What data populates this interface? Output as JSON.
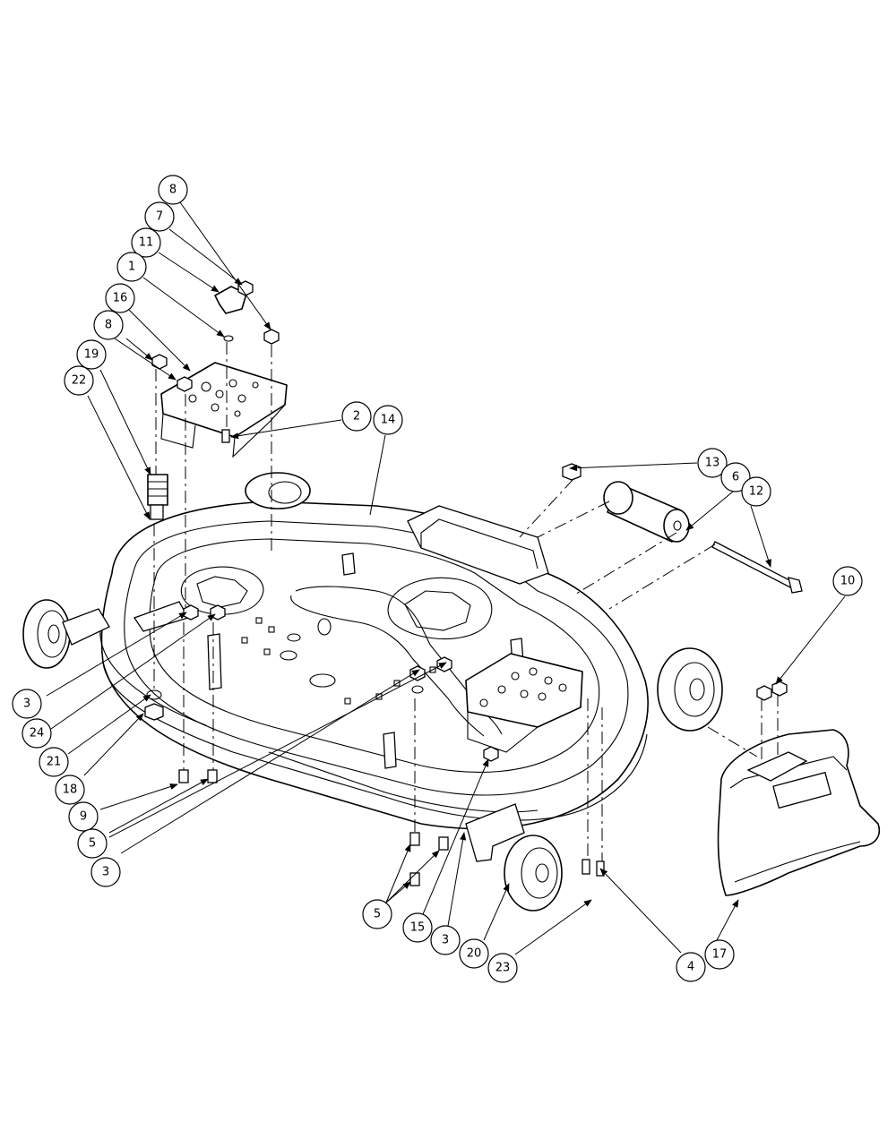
{
  "callouts": [
    {
      "id": "c8a",
      "label": "8"
    },
    {
      "id": "c7",
      "label": "7"
    },
    {
      "id": "c11",
      "label": "11"
    },
    {
      "id": "c1",
      "label": "1"
    },
    {
      "id": "c16",
      "label": "16"
    },
    {
      "id": "c8b",
      "label": "8"
    },
    {
      "id": "c19",
      "label": "19"
    },
    {
      "id": "c22",
      "label": "22"
    },
    {
      "id": "c2",
      "label": "2"
    },
    {
      "id": "c14",
      "label": "14"
    },
    {
      "id": "c13",
      "label": "13"
    },
    {
      "id": "c6",
      "label": "6"
    },
    {
      "id": "c12",
      "label": "12"
    },
    {
      "id": "c10",
      "label": "10"
    },
    {
      "id": "c3a",
      "label": "3"
    },
    {
      "id": "c24",
      "label": "24"
    },
    {
      "id": "c21",
      "label": "21"
    },
    {
      "id": "c18",
      "label": "18"
    },
    {
      "id": "c9",
      "label": "9"
    },
    {
      "id": "c5a",
      "label": "5"
    },
    {
      "id": "c3b",
      "label": "3"
    },
    {
      "id": "c5b",
      "label": "5"
    },
    {
      "id": "c15",
      "label": "15"
    },
    {
      "id": "c3c",
      "label": "3"
    },
    {
      "id": "c20",
      "label": "20"
    },
    {
      "id": "c23",
      "label": "23"
    },
    {
      "id": "c4",
      "label": "4"
    },
    {
      "id": "c17",
      "label": "17"
    }
  ]
}
